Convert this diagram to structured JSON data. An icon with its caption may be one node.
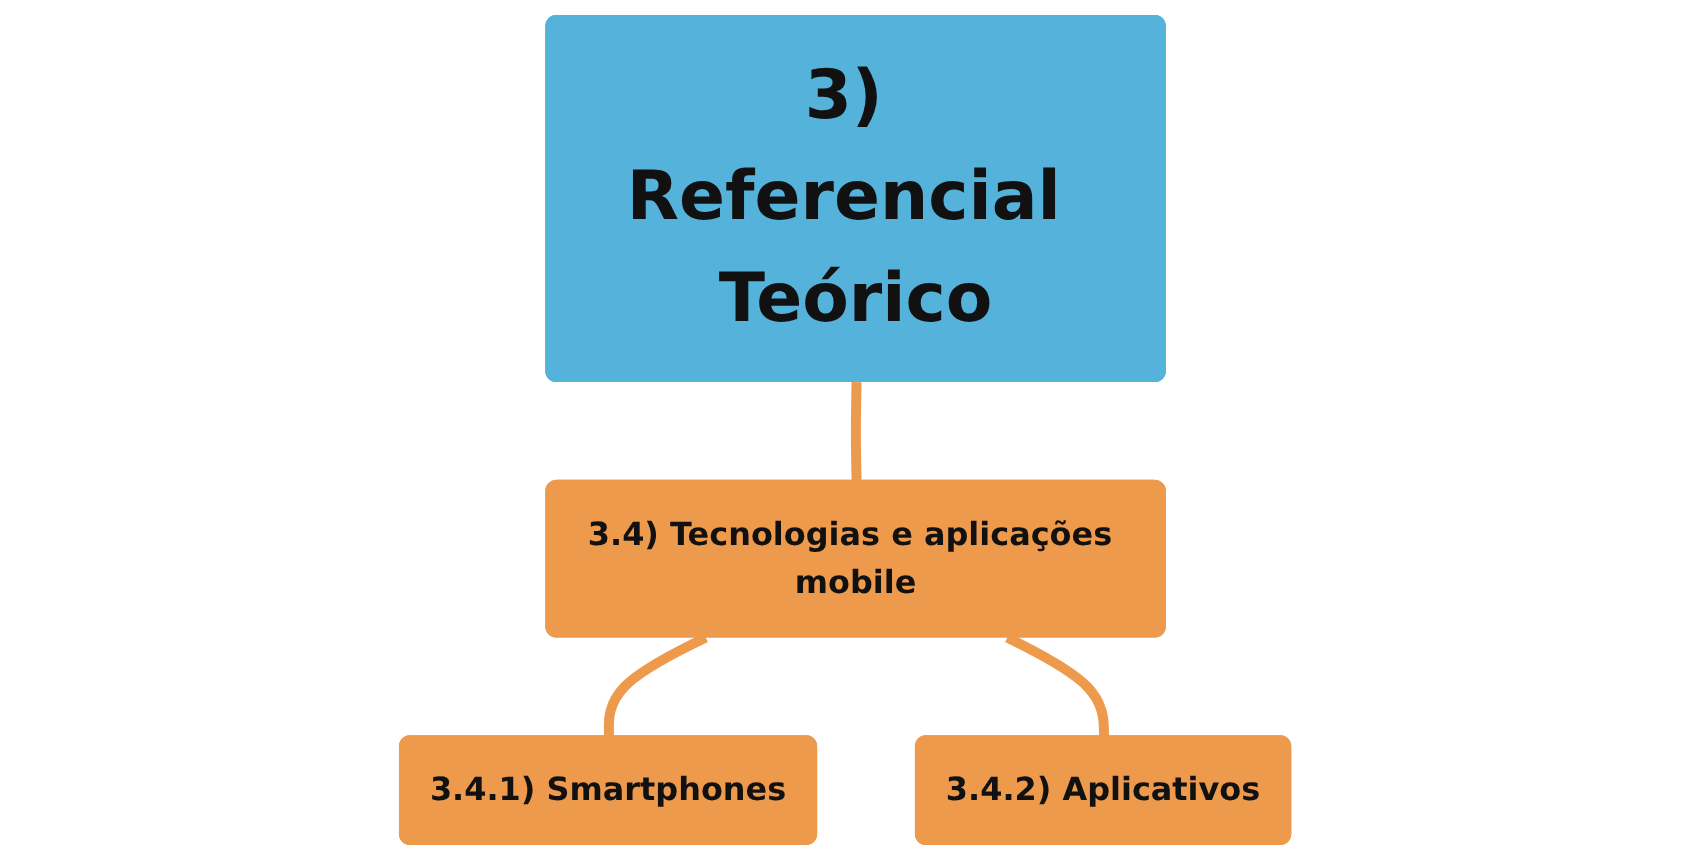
{
  "diagram": {
    "nodes": [
      {
        "text": [
          "3) Referencial Teórico"
        ]
      },
      {
        "text": [
          "3.4) Tecnologias e aplicações mobile"
        ]
      },
      {
        "text": [
          "3.4.1) Smartphones"
        ]
      },
      {
        "text": [
          "3.4.2) Aplicativos"
        ]
      }
    ],
    "edges": [
      {
        "from": 0,
        "to": 1,
        "arrow": "none"
      },
      {
        "from": 1,
        "to": 2,
        "arrow": "none"
      },
      {
        "from": 1,
        "to": 3,
        "arrow": "none"
      }
    ]
  }
}
